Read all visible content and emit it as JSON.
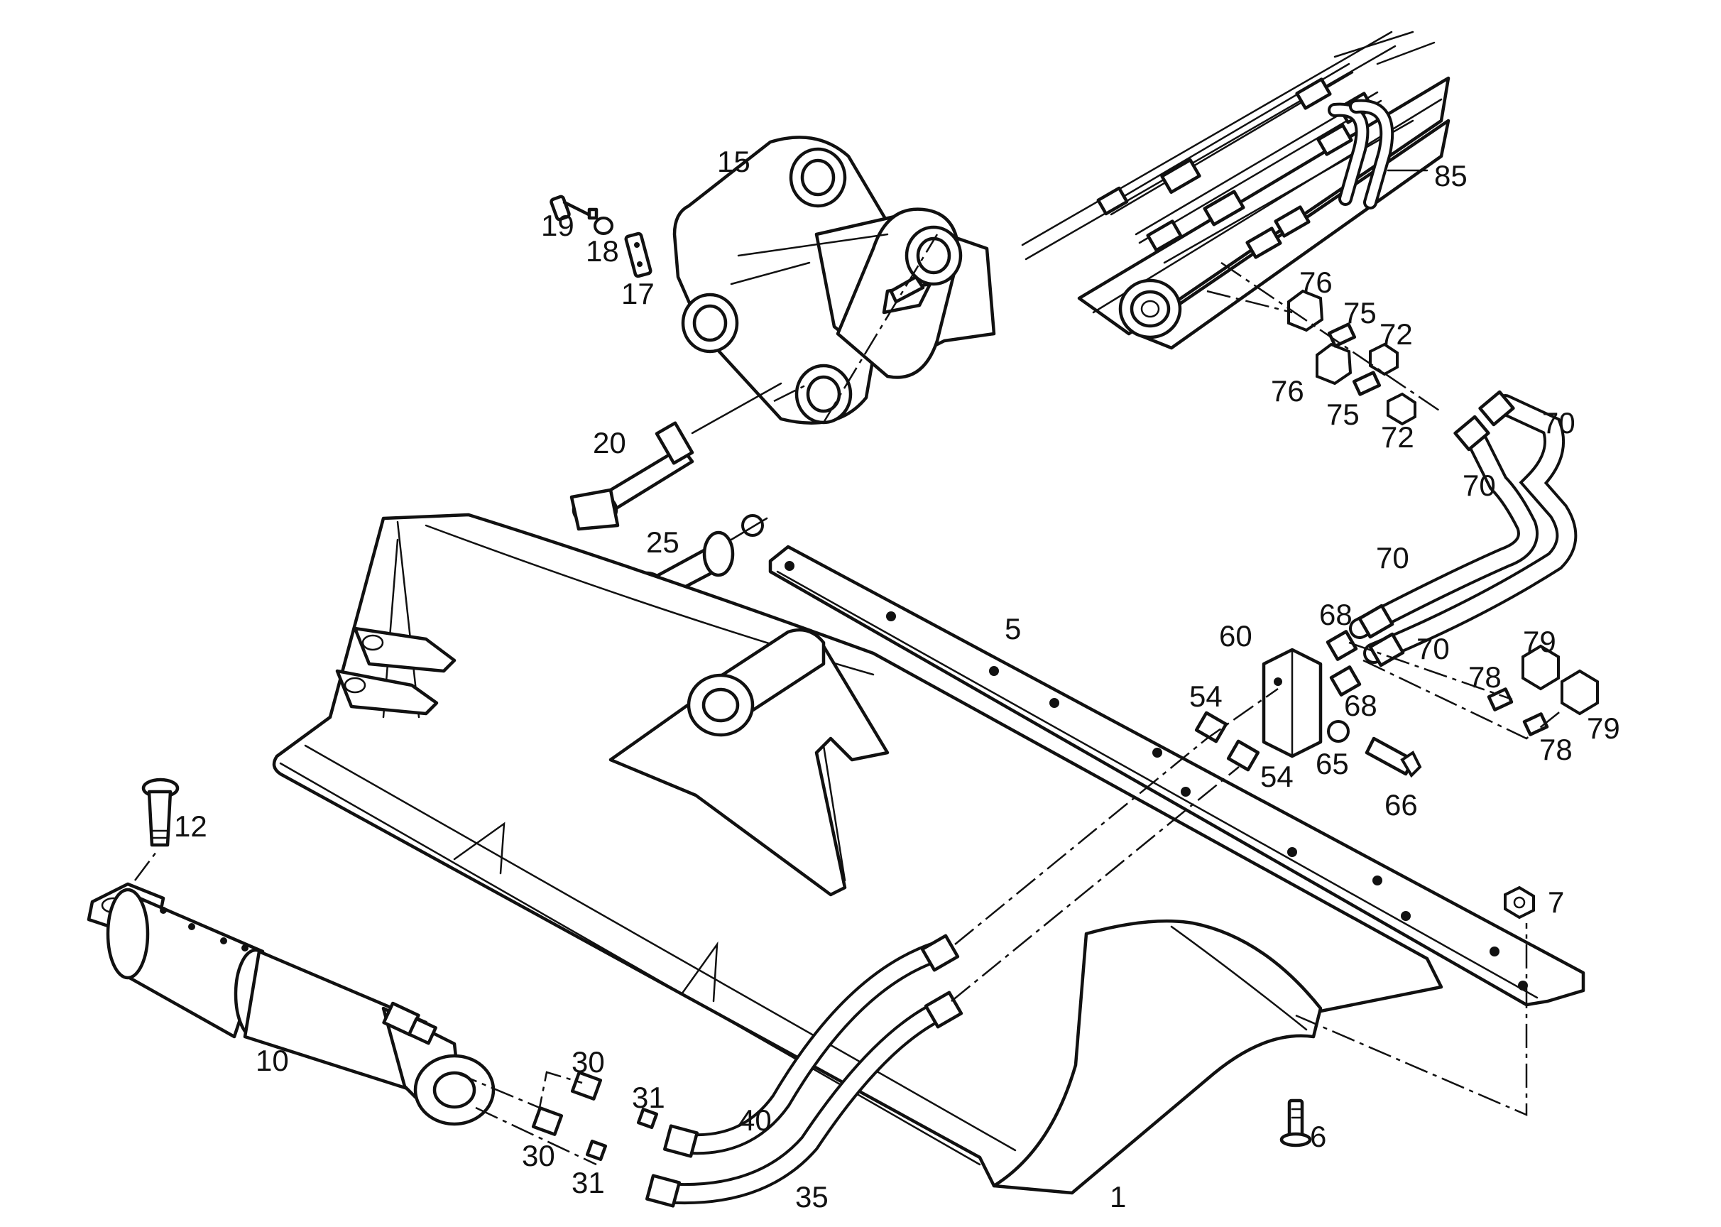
{
  "diagram": {
    "type": "exploded-parts-view",
    "callouts": [
      {
        "id": "c1",
        "text": "1"
      },
      {
        "id": "c5",
        "text": "5"
      },
      {
        "id": "c6",
        "text": "6"
      },
      {
        "id": "c7",
        "text": "7"
      },
      {
        "id": "c10",
        "text": "10"
      },
      {
        "id": "c12",
        "text": "12"
      },
      {
        "id": "c15",
        "text": "15"
      },
      {
        "id": "c17",
        "text": "17"
      },
      {
        "id": "c18",
        "text": "18"
      },
      {
        "id": "c19",
        "text": "19"
      },
      {
        "id": "c20",
        "text": "20"
      },
      {
        "id": "c25",
        "text": "25"
      },
      {
        "id": "c30a",
        "text": "30"
      },
      {
        "id": "c30b",
        "text": "30"
      },
      {
        "id": "c31a",
        "text": "31"
      },
      {
        "id": "c31b",
        "text": "31"
      },
      {
        "id": "c35",
        "text": "35"
      },
      {
        "id": "c40",
        "text": "40"
      },
      {
        "id": "c54a",
        "text": "54"
      },
      {
        "id": "c54b",
        "text": "54"
      },
      {
        "id": "c60",
        "text": "60"
      },
      {
        "id": "c65",
        "text": "65"
      },
      {
        "id": "c66",
        "text": "66"
      },
      {
        "id": "c68a",
        "text": "68"
      },
      {
        "id": "c68b",
        "text": "68"
      },
      {
        "id": "c70a",
        "text": "70"
      },
      {
        "id": "c70b",
        "text": "70"
      },
      {
        "id": "c70c",
        "text": "70"
      },
      {
        "id": "c70d",
        "text": "70"
      },
      {
        "id": "c72a",
        "text": "72"
      },
      {
        "id": "c72b",
        "text": "72"
      },
      {
        "id": "c75a",
        "text": "75"
      },
      {
        "id": "c75b",
        "text": "75"
      },
      {
        "id": "c76a",
        "text": "76"
      },
      {
        "id": "c76b",
        "text": "76"
      },
      {
        "id": "c78a",
        "text": "78"
      },
      {
        "id": "c78b",
        "text": "78"
      },
      {
        "id": "c79a",
        "text": "79"
      },
      {
        "id": "c79b",
        "text": "79"
      },
      {
        "id": "c85",
        "text": "85"
      }
    ]
  }
}
